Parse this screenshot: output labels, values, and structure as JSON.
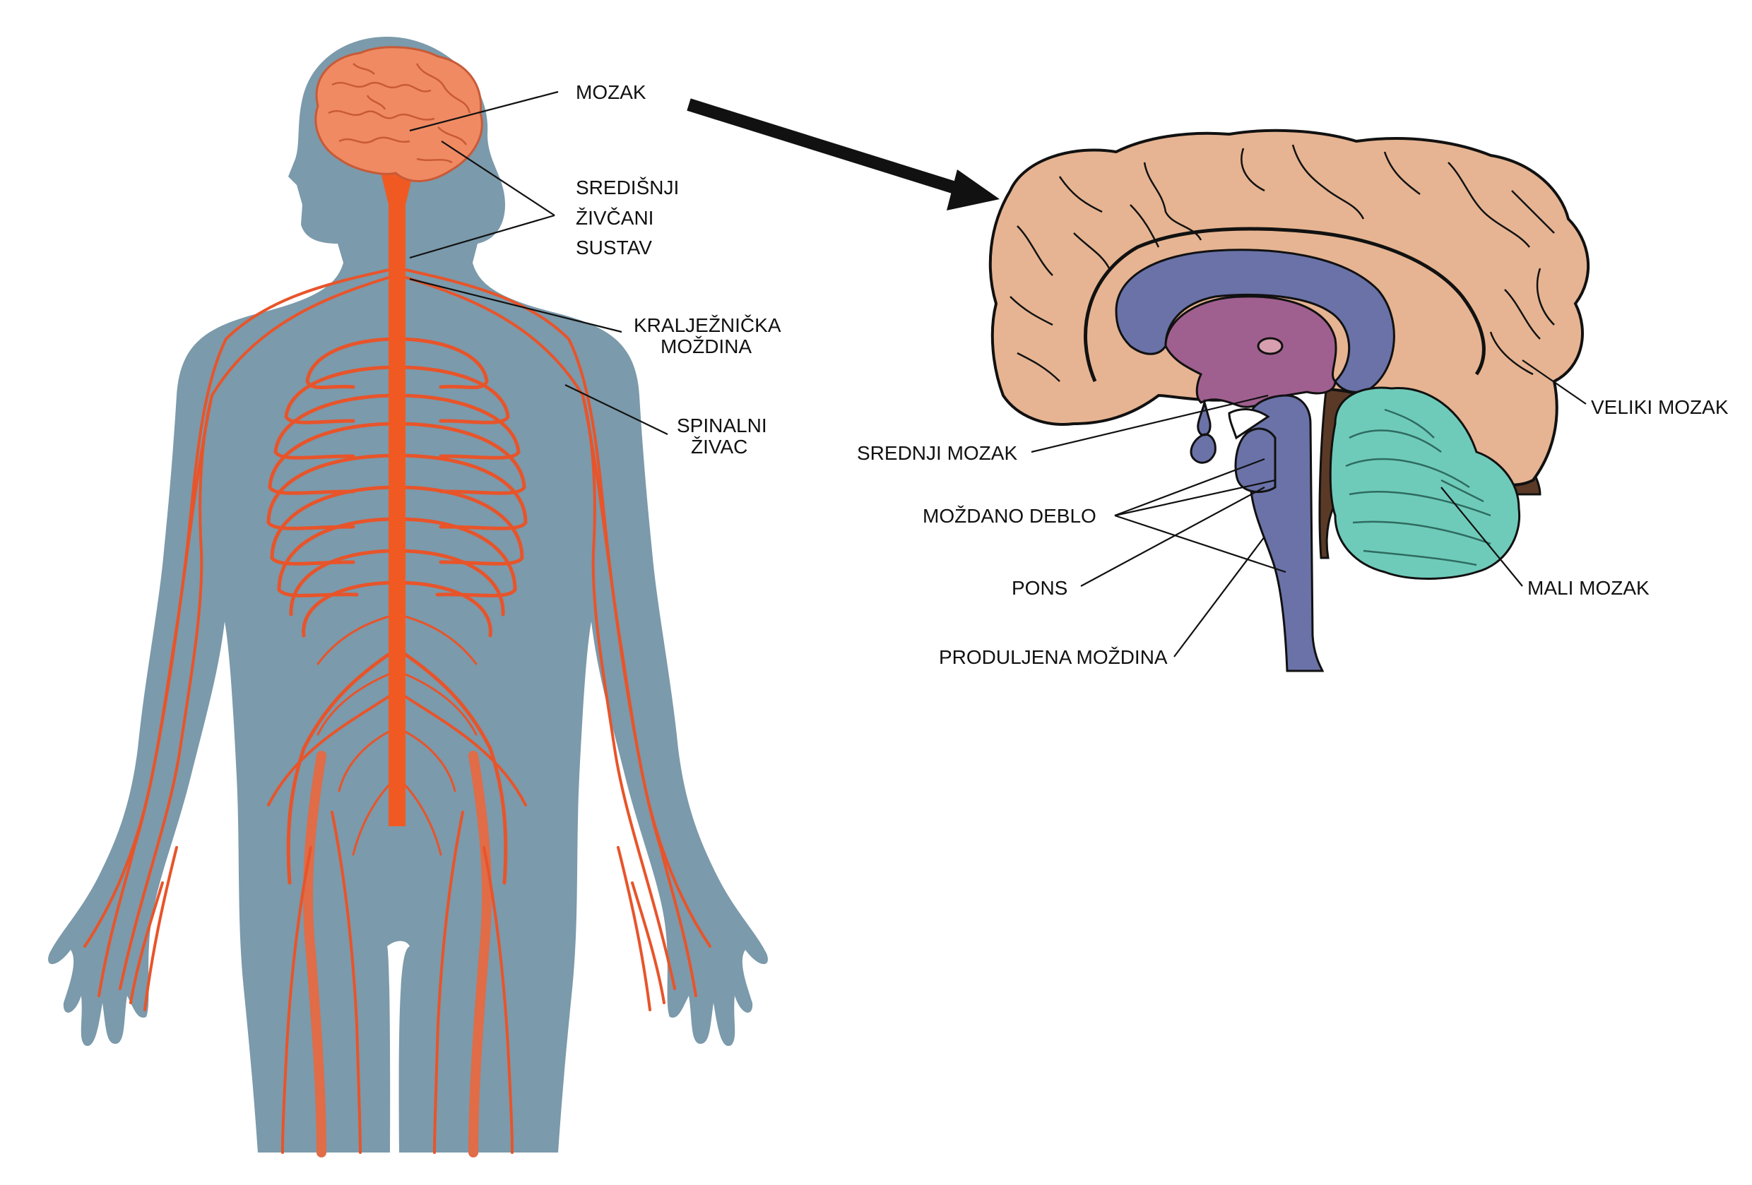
{
  "body_labels": {
    "brain": "MOZAK",
    "cns_line1": "SREDIŠNJI",
    "cns_line2": "ŽIVČANI",
    "cns_line3": "SUSTAV",
    "spinal_cord_line1": "KRALJEŽNIČKA",
    "spinal_cord_line2": "MOŽDINA",
    "spinal_nerve_line1": "SPINALNI",
    "spinal_nerve_line2": "ŽIVAC"
  },
  "brain_labels": {
    "cerebrum": "VELIKI MOZAK",
    "midbrain": "SREDNJI MOZAK",
    "brainstem": "MOŽDANO DEBLO",
    "pons": "PONS",
    "cerebellum": "MALI MOZAK",
    "medulla": "PRODULJENA MOŽDINA"
  },
  "colors": {
    "body_silhouette": "#7b9aab",
    "nerves": "#e8542a",
    "spinal_cord": "#f05a22",
    "brain_small": "#f08a62",
    "cerebrum": "#e6b492",
    "ventricle": "#6a72a8",
    "diencephalon": "#a0608f",
    "brainstem": "#6a72a8",
    "cerebellum": "#6ecbb9",
    "dark_fill": "#5a3a26"
  }
}
